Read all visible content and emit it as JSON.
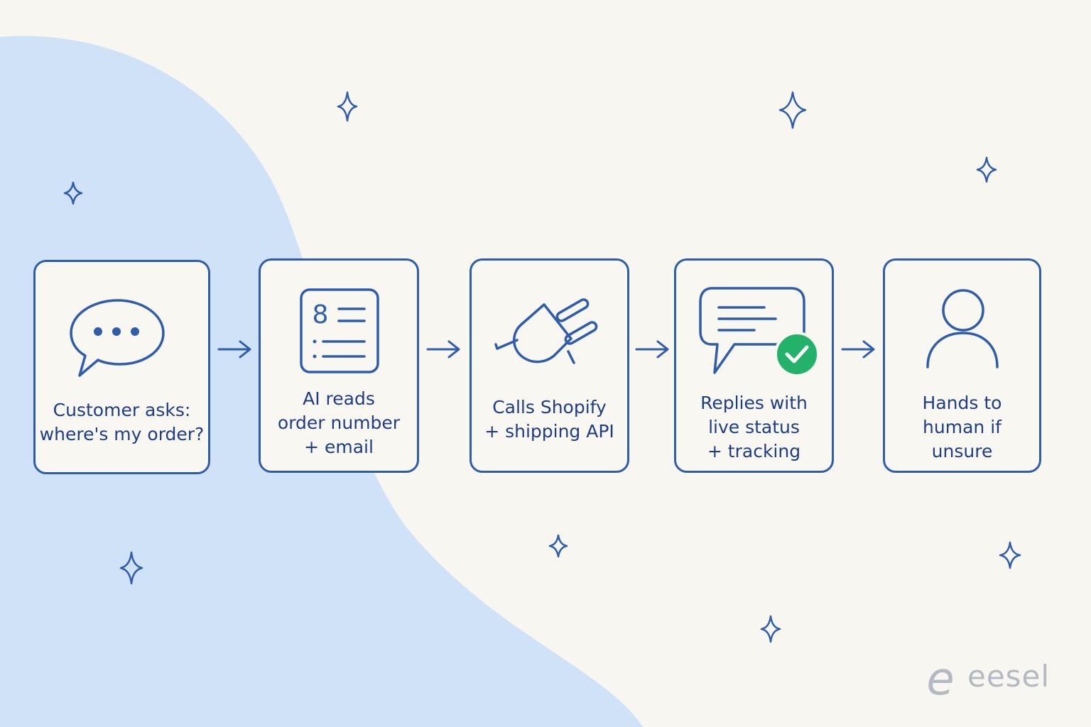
{
  "colors": {
    "background": "#f7f6f1",
    "blob": "#cfe2f7",
    "stroke": "#2f5cab",
    "text": "#1f3d85",
    "check": "#22b26a",
    "logo": "#b5b9c1"
  },
  "steps": [
    {
      "label": "Customer asks:\nwhere's my order?",
      "icon": "speech-bubble-icon"
    },
    {
      "label": "AI reads\norder number\n+ email",
      "icon": "order-form-icon"
    },
    {
      "label": "Calls Shopify\n+ shipping API",
      "icon": "plug-icon"
    },
    {
      "label": "Replies with\nlive status\n+ tracking",
      "icon": "message-check-icon"
    },
    {
      "label": "Hands to\nhuman if\nunsure",
      "icon": "person-icon"
    }
  ],
  "order_form": {
    "number": "8"
  },
  "logo": {
    "text": "eesel",
    "mark": "e"
  }
}
